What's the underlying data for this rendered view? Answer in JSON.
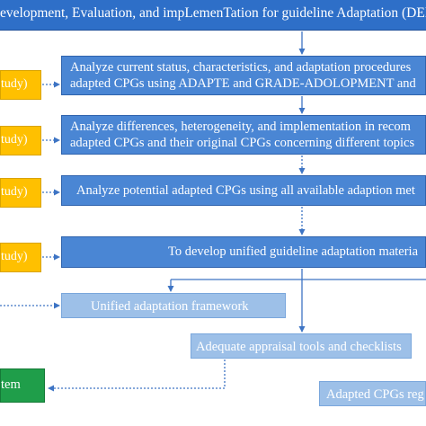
{
  "header": {
    "title": "evelopment, Evaluation, and impLemenTation for guideline Adaptation (DELTA"
  },
  "phases": [
    {
      "tag": "tudy)",
      "text": [
        "Analyze current status, characteristics, and adaptation procedures",
        "adapted CPGs using ADAPTE and GRADE-ADOLOPMENT and"
      ]
    },
    {
      "tag": "tudy)",
      "text": [
        "Analyze differences, heterogeneity, and implementation in recom",
        "adapted CPGs and their original CPGs concerning different topics"
      ]
    },
    {
      "tag": "tudy)",
      "text": [
        "Analyze potential adapted CPGs using all available adaption met"
      ]
    },
    {
      "tag": "tudy)",
      "text": [
        "To develop unified guideline adaptation materia"
      ]
    }
  ],
  "outputs": {
    "framework": "Unified adaptation framework",
    "appraisal": "Adequate appraisal tools and checklists",
    "registry": "Adapted CPGs reg"
  },
  "system": {
    "label": "tem"
  },
  "colors": {
    "header": "#2e6fc8",
    "phase_box": "#4a86d4",
    "study_tag": "#ffc000",
    "output_box": "#9dc0e8",
    "system_box": "#1f9e4a",
    "connector": "#3d74c4"
  }
}
